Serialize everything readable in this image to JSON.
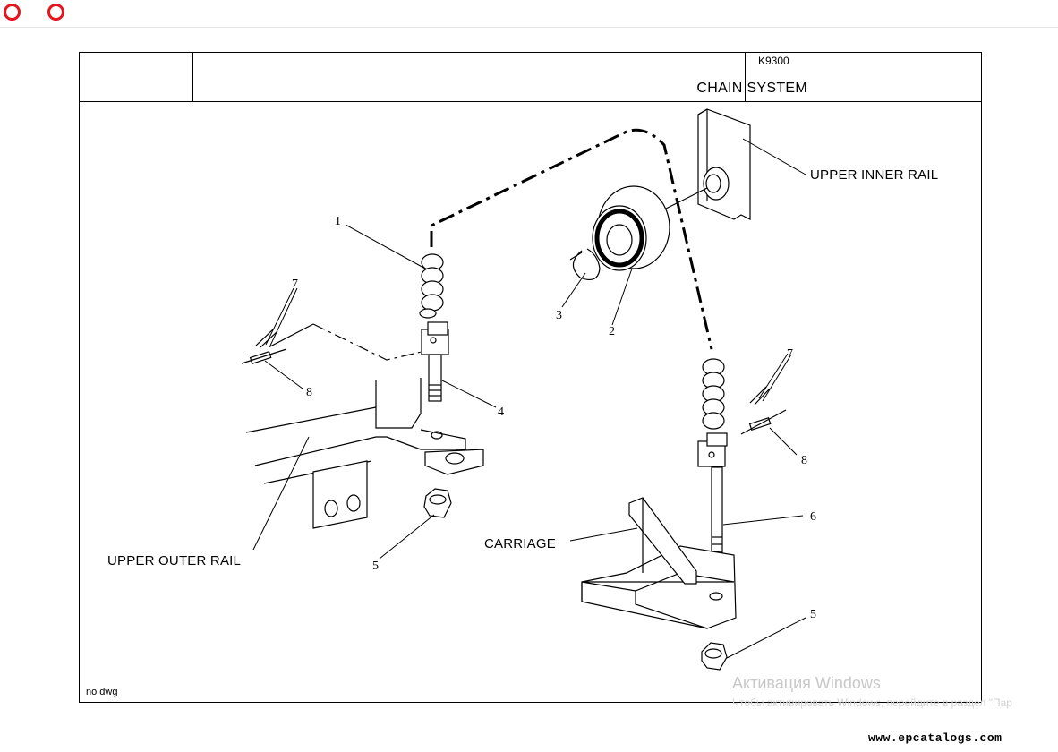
{
  "window": {
    "close_button": "",
    "minimize_button": ""
  },
  "titleblock": {
    "title": "CHAIN SYSTEM",
    "code": "K9300"
  },
  "drawing": {
    "callouts": [
      "1",
      "2",
      "3",
      "4",
      "5",
      "5",
      "6",
      "7",
      "7",
      "8",
      "8"
    ],
    "labels": {
      "upper_inner_rail": "UPPER INNER RAIL",
      "upper_outer_rail": "UPPER OUTER RAIL",
      "carriage": "CARRIAGE"
    },
    "footer_note": "no dwg"
  },
  "watermark": {
    "line1": "Активация Windows",
    "line2": "Чтобы активировать Windows, перейдите в раздел \"Пар"
  },
  "footer": {
    "site": "www.epcatalogs.com"
  }
}
